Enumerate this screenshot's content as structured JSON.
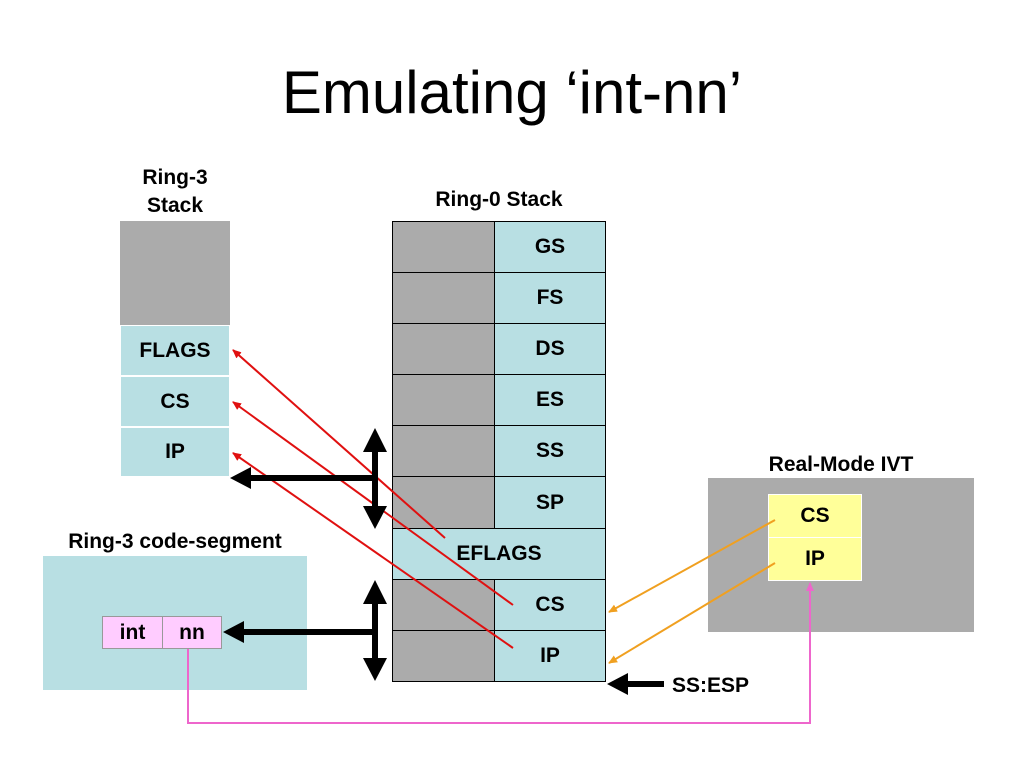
{
  "title": "Emulating ‘int-nn’",
  "ring3_stack": {
    "label_line1": "Ring-3",
    "label_line2": "Stack",
    "cells": [
      "FLAGS",
      "CS",
      "IP"
    ]
  },
  "ring0_stack": {
    "label": "Ring-0 Stack",
    "cells": [
      "GS",
      "FS",
      "DS",
      "ES",
      "SS",
      "SP"
    ],
    "eflags": "EFLAGS",
    "bottom_cells": [
      "CS",
      "IP"
    ]
  },
  "code_segment": {
    "label": "Ring-3 code-segment",
    "instr": [
      "int",
      "nn"
    ]
  },
  "ivt": {
    "label": "Real-Mode IVT",
    "cells": [
      "CS",
      "IP"
    ]
  },
  "pointer_label": "SS:ESP",
  "colors": {
    "teal": "#b8dfe3",
    "gray": "#ababab",
    "yellow": "#ffff99",
    "pink": "#ffccff",
    "red_arrow": "#e01010",
    "orange_arrow": "#f0a020",
    "pink_line": "#ee66cc"
  }
}
